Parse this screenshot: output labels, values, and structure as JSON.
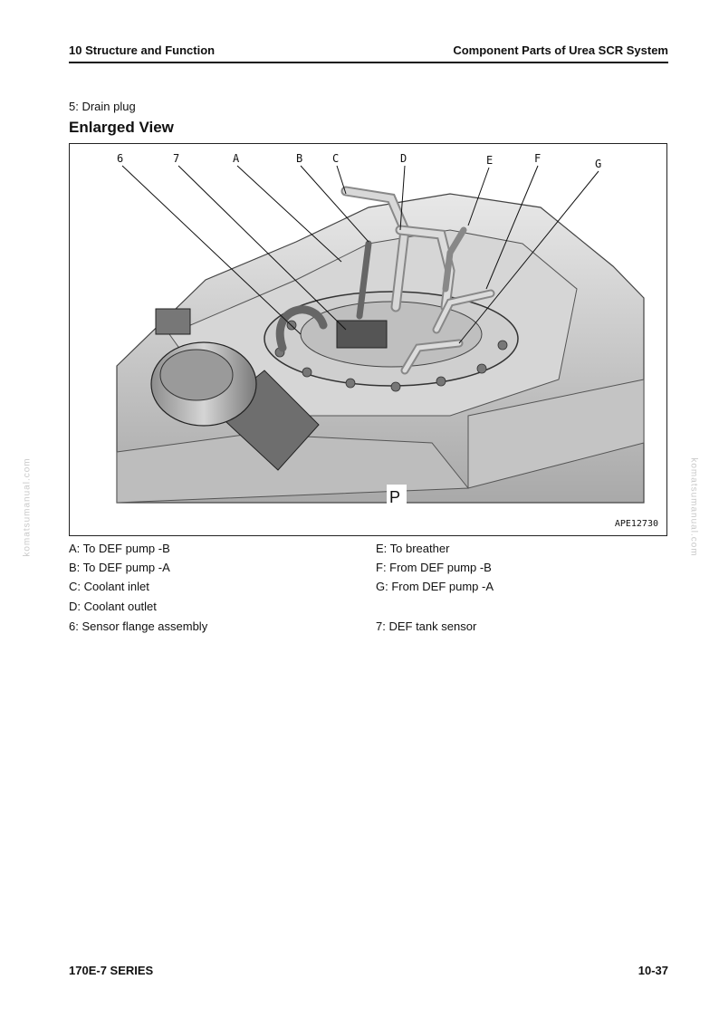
{
  "header": {
    "chapter": "10 Structure and Function",
    "section": "Component Parts of Urea SCR System"
  },
  "intro_line": "5: Drain plug",
  "section_title": "Enlarged View",
  "figure": {
    "callouts": [
      "6",
      "7",
      "A",
      "B",
      "C",
      "D",
      "E",
      "F",
      "G"
    ],
    "view_marker": "P",
    "figure_code": "APE12730"
  },
  "legend": {
    "left": [
      "A: To DEF pump -B",
      "B: To DEF pump -A",
      "C: Coolant inlet",
      "D: Coolant outlet",
      "6: Sensor flange assembly"
    ],
    "right": [
      "E: To breather",
      "F: From DEF pump -B",
      "G: From DEF pump -A",
      "7: DEF tank sensor"
    ]
  },
  "watermark": "komatsumanual.com",
  "footer": {
    "series": "170E-7 SERIES",
    "page": "10-37"
  }
}
